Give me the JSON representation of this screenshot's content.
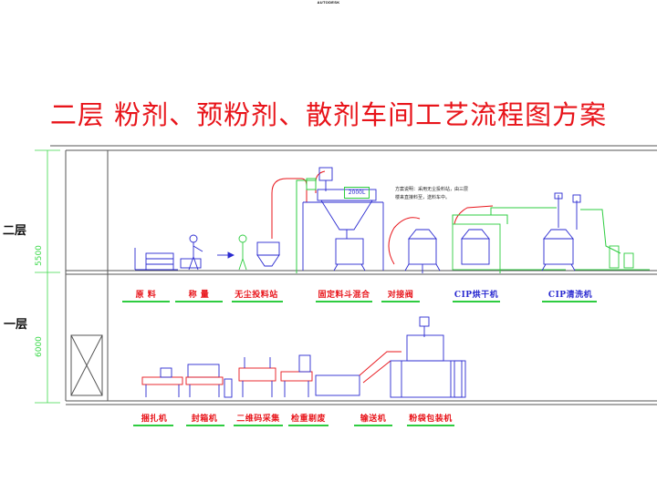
{
  "watermark": "AUTODESK",
  "title": "二层 粉剂、预粉剂、散剂车间工艺流程图方案",
  "floors": [
    {
      "label": "二层",
      "dimension": "5500"
    },
    {
      "label": "一层",
      "dimension": "6000"
    }
  ],
  "upper_stations": [
    {
      "label": "原  料"
    },
    {
      "label": "称  量"
    },
    {
      "label": "无尘投料站"
    },
    {
      "label": "固定料斗混合"
    },
    {
      "label": "对接阀"
    },
    {
      "label": "CIP烘干机"
    },
    {
      "label": "CIP清洗机"
    }
  ],
  "lower_stations": [
    {
      "label": "捆扎机"
    },
    {
      "label": "封箱机"
    },
    {
      "label": "二维码采集"
    },
    {
      "label": "检重剔废"
    },
    {
      "label": "输送机"
    },
    {
      "label": "粉袋包装机"
    }
  ],
  "note": "方案说明：采用无尘投料站，由三层楼来直接料至，送料车中。",
  "tank_capacity": "2000L",
  "colors": {
    "title": "#e8141a",
    "station_label": "#e8141a",
    "cip_label": "#2a2ad0",
    "underline": "#2ecc40",
    "dimension": "#3bd94a",
    "pipe_green": "#2ecc40",
    "pipe_red": "#e8141a",
    "equipment_blue": "#2a2ad0",
    "structure": "#555555"
  }
}
